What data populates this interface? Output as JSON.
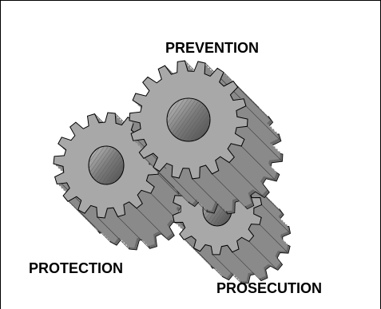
{
  "labels": {
    "prevention": "PREVENTION",
    "protection": "PROTECTION",
    "prosecution": "PROSECUTION"
  },
  "colors": {
    "gear_face": "#a8a8a8",
    "gear_side": "#8a8a8a",
    "gear_dark": "#6a6a6a",
    "hub": "#7a7a7a",
    "outline": "#000000"
  },
  "icons": {
    "gear_top": "gear-icon",
    "gear_left": "gear-icon",
    "gear_bottom": "gear-icon"
  }
}
